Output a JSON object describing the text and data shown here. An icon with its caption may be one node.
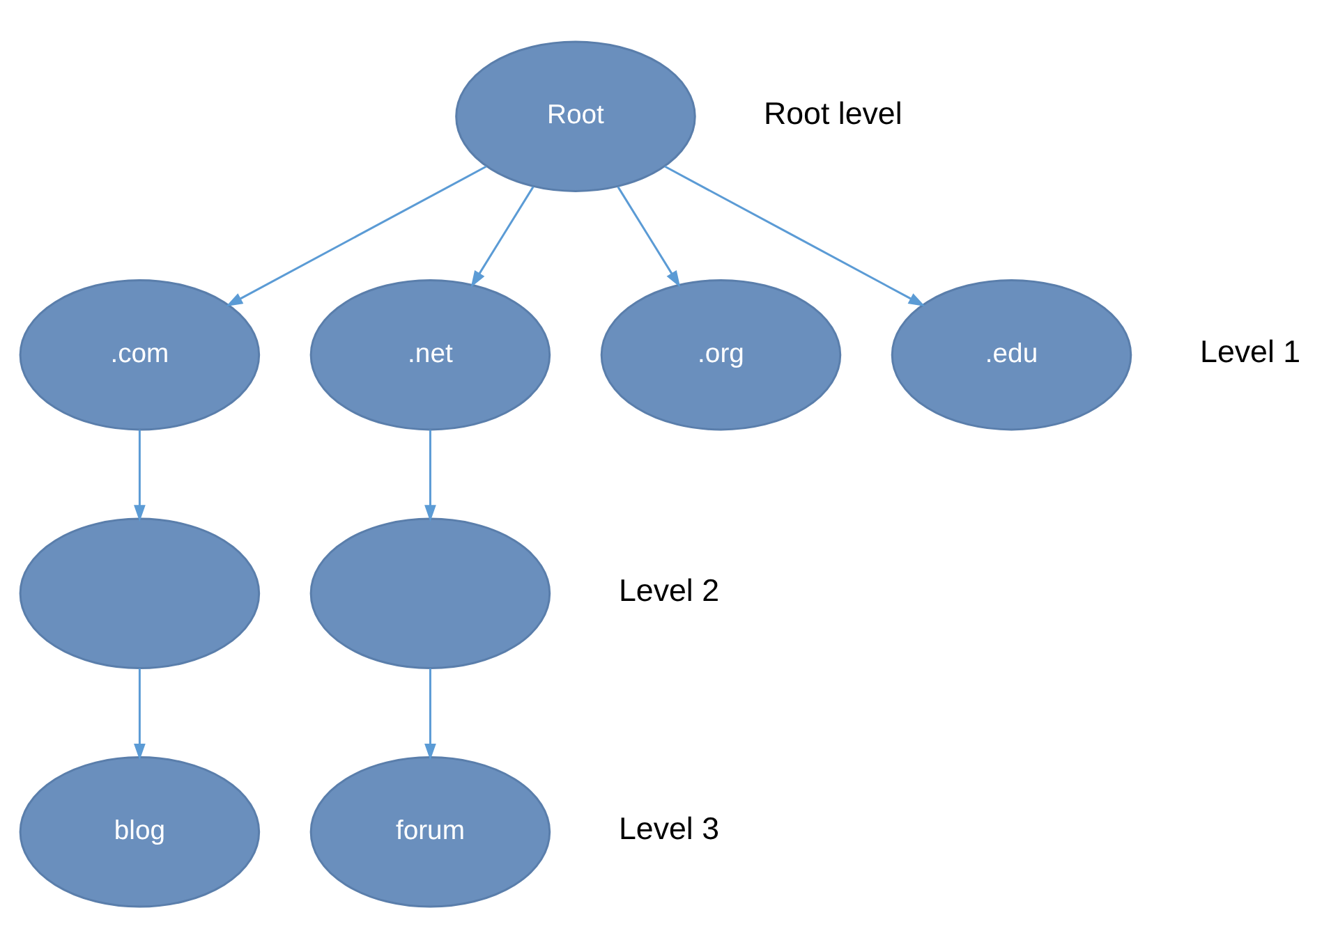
{
  "diagram": {
    "nodes": [
      {
        "text": [
          "Root"
        ]
      },
      {
        "text": [
          ".com"
        ]
      },
      {
        "text": [
          ".net"
        ]
      },
      {
        "text": [
          ".org"
        ]
      },
      {
        "text": [
          ".edu"
        ]
      },
      {
        "text": [],
        "shape": "ellipse"
      },
      {
        "text": [],
        "shape": "ellipse"
      },
      {
        "text": [
          "blog"
        ]
      },
      {
        "text": [
          "forum"
        ]
      }
    ],
    "edges": [
      {
        "from": 0,
        "to": 1,
        "arrow": "to"
      },
      {
        "from": 0,
        "to": 2,
        "arrow": "to"
      },
      {
        "from": 0,
        "to": 3,
        "arrow": "to"
      },
      {
        "from": 0,
        "to": 4,
        "arrow": "to"
      },
      {
        "from": 1,
        "to": 5,
        "arrow": "to"
      },
      {
        "from": 2,
        "to": 6,
        "arrow": "to"
      },
      {
        "from": 5,
        "to": 7,
        "arrow": "to"
      },
      {
        "from": 6,
        "to": 8,
        "arrow": "to"
      }
    ],
    "labels": [
      "Root level",
      "Level 1",
      "Level 2",
      "Level 3"
    ]
  }
}
